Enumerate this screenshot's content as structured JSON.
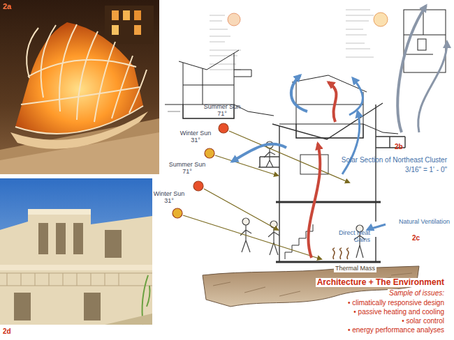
{
  "diagram": {
    "title": "Architecture + The Environment",
    "labels": [
      "2a",
      "2b",
      "Solar Section of Northeast Cluster",
      "3/16\" = 1' - 0\"",
      "Summer Sun",
      "71°",
      "Winter Sun",
      "31°",
      "Summer Sun",
      "71°",
      "Winter Sun",
      "31°",
      "Natural Ventilation",
      "2c",
      "Direct Heat Gains",
      "Thermal Mass",
      "2d",
      "Sample of issues:",
      "• climatically responsive design",
      "• passive heating and cooling",
      "• solar control",
      "• energy performance analyses"
    ]
  }
}
